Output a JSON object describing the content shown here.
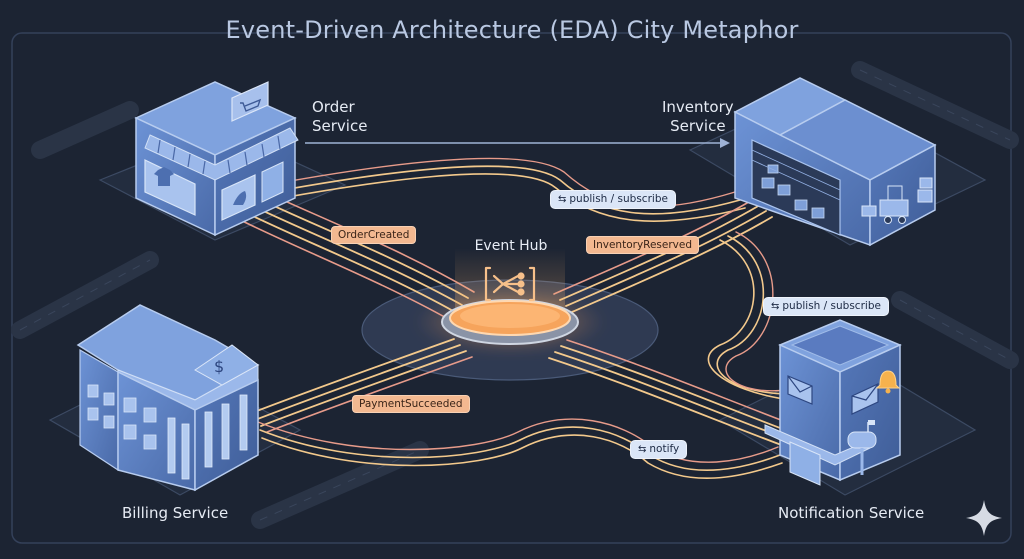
{
  "title": "Event-Driven Architecture (EDA) City Metaphor",
  "hub": {
    "label": "Event Hub",
    "icon": "event-hub-icon"
  },
  "services": {
    "order": {
      "label_line1": "Order",
      "label_line2": "Service",
      "icon": "shop-icon"
    },
    "inventory": {
      "label_line1": "Inventory",
      "label_line2": "Service",
      "icon": "warehouse-icon"
    },
    "billing": {
      "label": "Billing Service",
      "icon": "bank-icon"
    },
    "notification": {
      "label": "Notification Service",
      "icon": "post-office-icon"
    }
  },
  "events": {
    "order_created": "OrderCreated",
    "inventory_reserved": "InventoryReserved",
    "payment_succeeded": "PaymentSucceeded"
  },
  "flows": {
    "top": {
      "label": "publish / subscribe",
      "icon": "sync-arrows-icon"
    },
    "right": {
      "label": "publish / subscribe",
      "icon": "sync-arrows-icon"
    },
    "bottom": {
      "label": "notify",
      "icon": "sync-arrows-icon"
    }
  },
  "colors": {
    "background": "#1c2433",
    "building": "#5b7fc0",
    "building_light": "#8fb0e6",
    "road_warm": "#f3c98c",
    "road_pink": "#e79b8a",
    "hub_glow": "#f7a75a"
  }
}
